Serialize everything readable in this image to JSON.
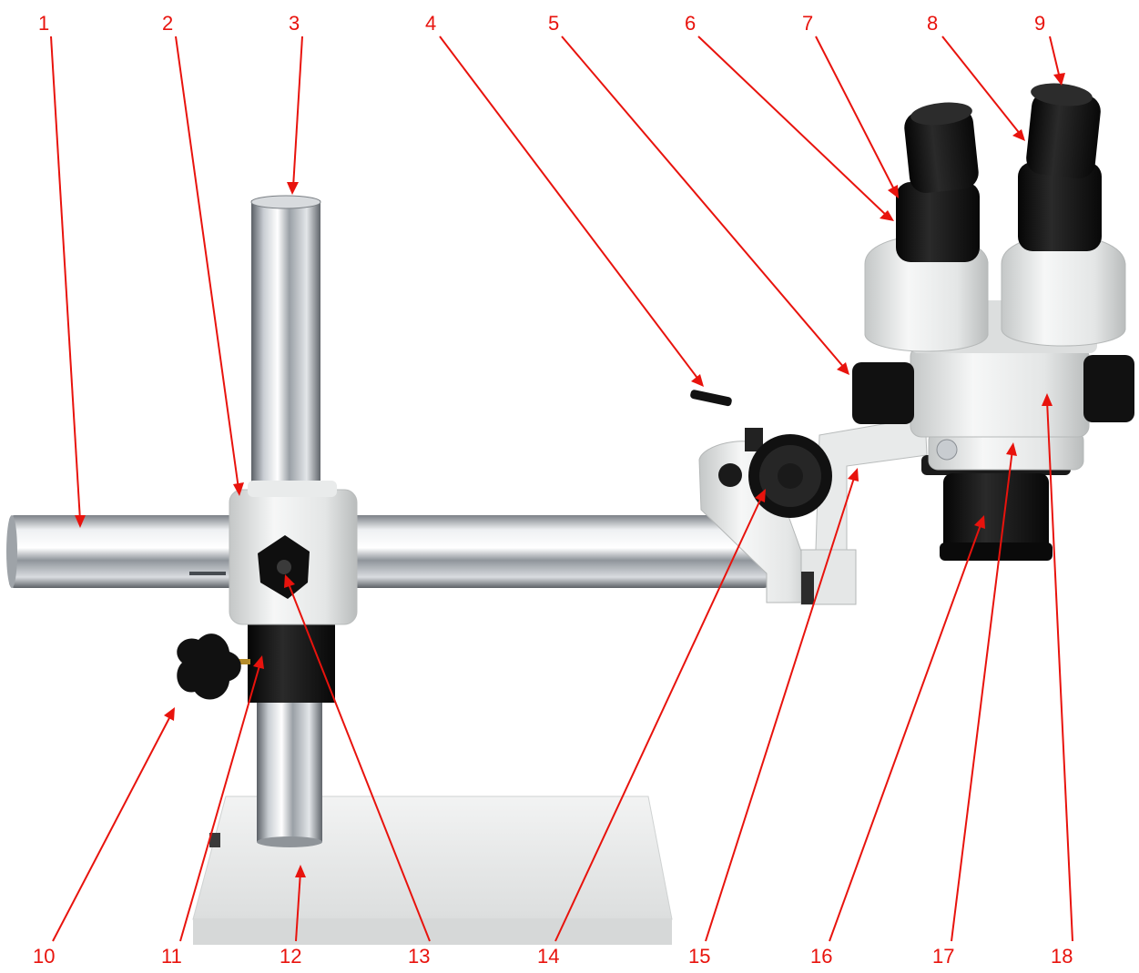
{
  "figure": {
    "subject": "boom-stand-stereo-microscope",
    "label_color": "#e8130d",
    "labels": [
      "1",
      "2",
      "3",
      "4",
      "5",
      "6",
      "7",
      "8",
      "9",
      "10",
      "11",
      "12",
      "13",
      "14",
      "15",
      "16",
      "17",
      "18"
    ]
  },
  "colors": {
    "chrome_dark": "#6b7077",
    "chrome_light": "#f4f6f8",
    "housing_white": "#eceeee",
    "housing_shadow": "#c9cccc",
    "black_part": "#141414",
    "base_plate": "#e9eaea"
  }
}
